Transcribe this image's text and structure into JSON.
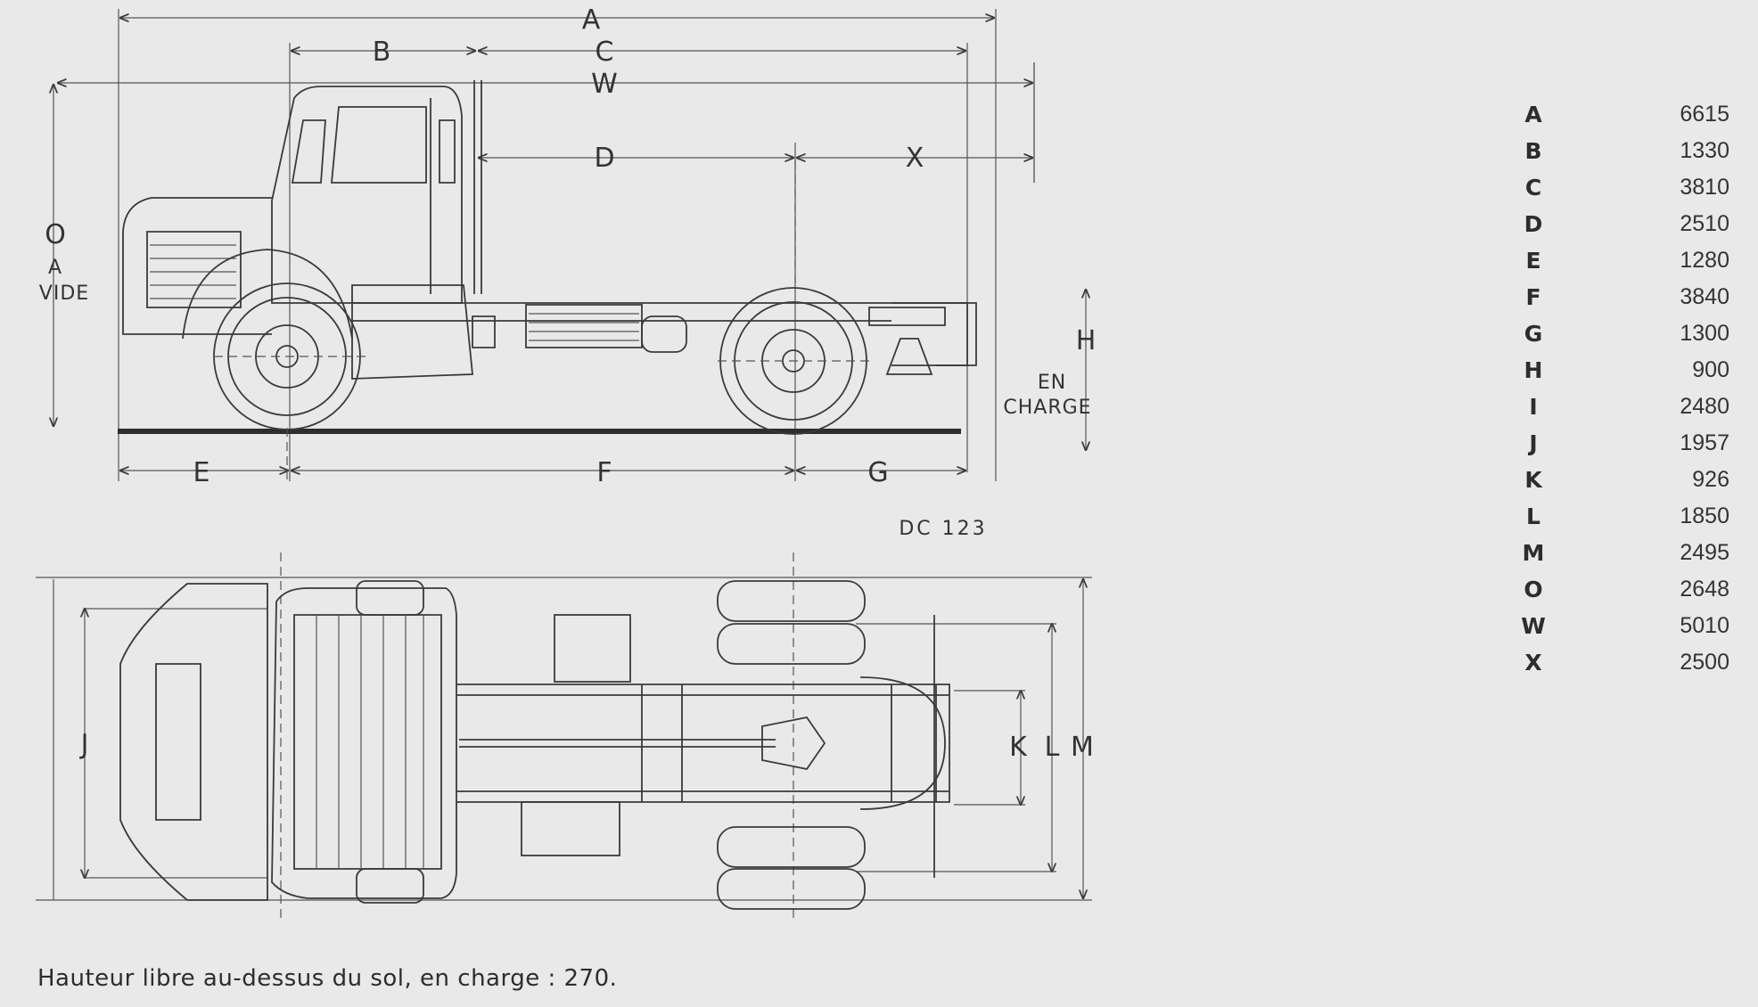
{
  "side_view": {
    "labels": {
      "A": "A",
      "B": "B",
      "C": "C",
      "W": "W",
      "D": "D",
      "X": "X",
      "E": "E",
      "F": "F",
      "G": "G",
      "H": "H",
      "O": "O"
    },
    "o_note_line1": "A",
    "o_note_line2": "VIDE",
    "h_note_line1": "EN",
    "h_note_line2": "CHARGE",
    "drawing_code": "DC 123"
  },
  "top_view": {
    "labels": {
      "J": "J",
      "K": "K",
      "L": "L",
      "M": "M"
    }
  },
  "dimensions": [
    {
      "letter": "A",
      "value": "6615"
    },
    {
      "letter": "B",
      "value": "1330"
    },
    {
      "letter": "C",
      "value": "3810"
    },
    {
      "letter": "D",
      "value": "2510"
    },
    {
      "letter": "E",
      "value": "1280"
    },
    {
      "letter": "F",
      "value": "3840"
    },
    {
      "letter": "G",
      "value": "1300"
    },
    {
      "letter": "H",
      "value": "900"
    },
    {
      "letter": "I",
      "value": "2480"
    },
    {
      "letter": "J",
      "value": "1957"
    },
    {
      "letter": "K",
      "value": "926"
    },
    {
      "letter": "L",
      "value": "1850"
    },
    {
      "letter": "M",
      "value": "2495"
    },
    {
      "letter": "O",
      "value": "2648"
    },
    {
      "letter": "W",
      "value": "5010"
    },
    {
      "letter": "X",
      "value": "2500"
    }
  ],
  "caption": "Hauteur libre au-dessus du sol, en charge : 270."
}
